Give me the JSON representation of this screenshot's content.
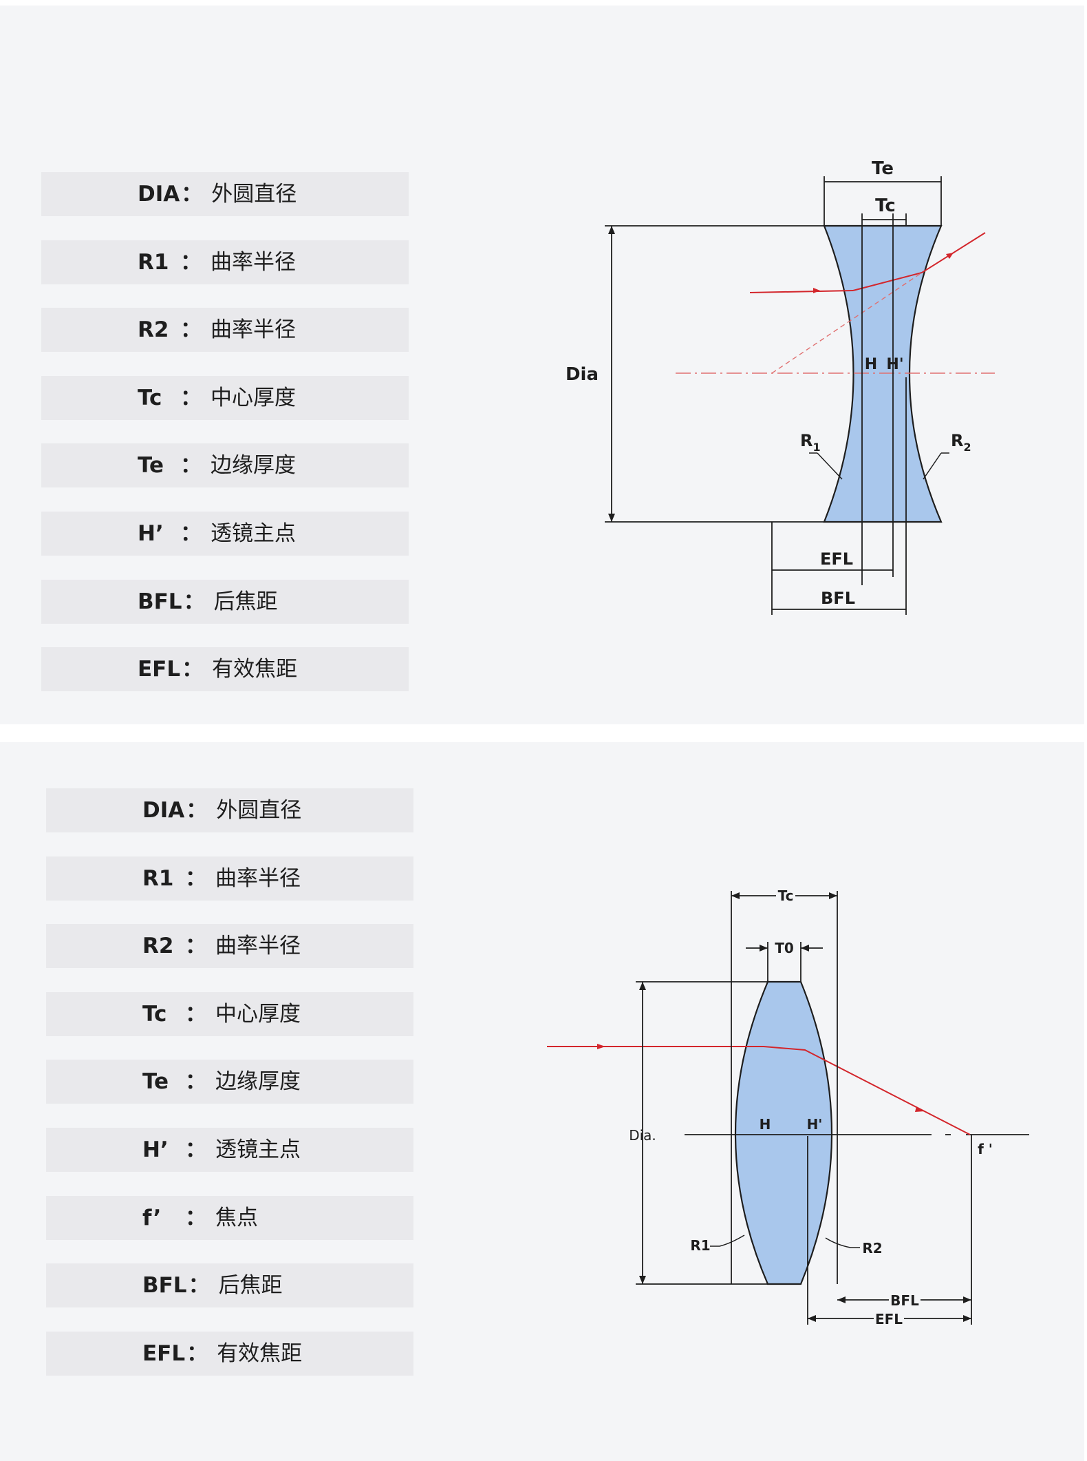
{
  "panels": [
    {
      "legend": [
        {
          "key": "DIA",
          "sep": "：",
          "value": "外圆直径"
        },
        {
          "key": "R1",
          "sep": "：",
          "value": "曲率半径"
        },
        {
          "key": "R2",
          "sep": "：",
          "value": "曲率半径"
        },
        {
          "key": "Tc",
          "sep": "：",
          "value": "中心厚度"
        },
        {
          "key": "Te",
          "sep": "：",
          "value": "边缘厚度"
        },
        {
          "key": "H’",
          "sep": "：",
          "value": "透镜主点"
        },
        {
          "key": "BFL",
          "sep": "：",
          "value": "后焦距"
        },
        {
          "key": "EFL",
          "sep": "：",
          "value": "有效焦距"
        }
      ],
      "diagram": {
        "lens_type": "biconcave",
        "labels": {
          "te": "Te",
          "tc": "Tc",
          "dia": "Dia",
          "h": "H",
          "h_prime": "H'",
          "r1_letter": "R",
          "r1_sub": "1",
          "r2_letter": "R",
          "r2_sub": "2",
          "efl": "EFL",
          "bfl": "BFL"
        }
      }
    },
    {
      "legend": [
        {
          "key": "DIA",
          "sep": "：",
          "value": "外圆直径"
        },
        {
          "key": "R1",
          "sep": "：",
          "value": "曲率半径"
        },
        {
          "key": "R2",
          "sep": "：",
          "value": "曲率半径"
        },
        {
          "key": "Tc",
          "sep": "：",
          "value": "中心厚度"
        },
        {
          "key": "Te",
          "sep": "：",
          "value": "边缘厚度"
        },
        {
          "key": "H’",
          "sep": "：",
          "value": "透镜主点"
        },
        {
          "key": "f’",
          "sep": "：",
          "value": "焦点"
        },
        {
          "key": "BFL",
          "sep": "：",
          "value": "后焦距"
        },
        {
          "key": "EFL",
          "sep": "：",
          "value": "有效焦距"
        }
      ],
      "diagram": {
        "lens_type": "biconvex",
        "labels": {
          "tc": "Tc",
          "te": "T0",
          "dia": "Dia.",
          "h": "H",
          "h_prime": "H'",
          "f_prime": "f '",
          "r1": "R1",
          "r2": "R2",
          "bfl": "BFL",
          "efl": "EFL"
        }
      }
    }
  ],
  "colors": {
    "lens_fill": "#a9c7ec",
    "lens_stroke": "#1e1e1e",
    "ray": "#d3262c",
    "ray_dashed": "#e07070",
    "row_bg": "#e9e9ec",
    "panel_bg": "#f4f5f7"
  }
}
